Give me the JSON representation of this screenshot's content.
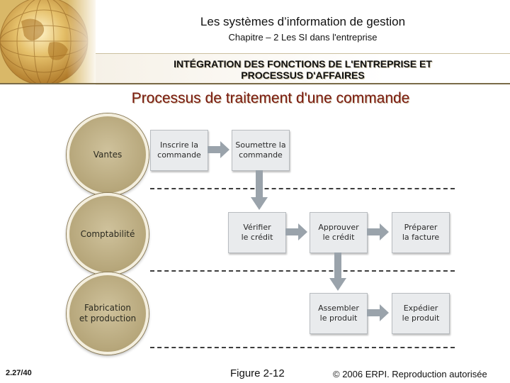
{
  "header": {
    "title": "Les systèmes d’information de gestion",
    "subtitle": "Chapitre – 2 Les SI dans l'entreprise",
    "section_line1": "INTÉGRATION DES FONCTIONS DE L'ENTREPRISE ET",
    "section_line2": "PROCESSUS D'AFFAIRES"
  },
  "diagram": {
    "title": "Processus de traitement d'une commande",
    "departments": {
      "ventes": "Vantes",
      "comptabilite": "Comptabilité",
      "fabrication_line1": "Fabrication",
      "fabrication_line2": "et production"
    },
    "steps": {
      "inscrire": [
        "Inscrire la",
        "commande"
      ],
      "soumettre": [
        "Soumettre la",
        "commande"
      ],
      "verifier": [
        "Vérifier",
        "le crédit"
      ],
      "approuver": [
        "Approuver",
        "le crédit"
      ],
      "preparer": [
        "Préparer",
        "la facture"
      ],
      "assembler": [
        "Assembler",
        "le produit"
      ],
      "expedier": [
        "Expédier",
        "le produit"
      ]
    }
  },
  "footer": {
    "slide_number": "2.27/40",
    "figure": "Figure 2-12",
    "copyright": "© 2006 ERPI. Reproduction autorisée"
  },
  "colors": {
    "title_red": "#7a1a0f",
    "circle": "#b6a67a",
    "box": "#e9ebed",
    "arrow": "#9aa3ab"
  }
}
